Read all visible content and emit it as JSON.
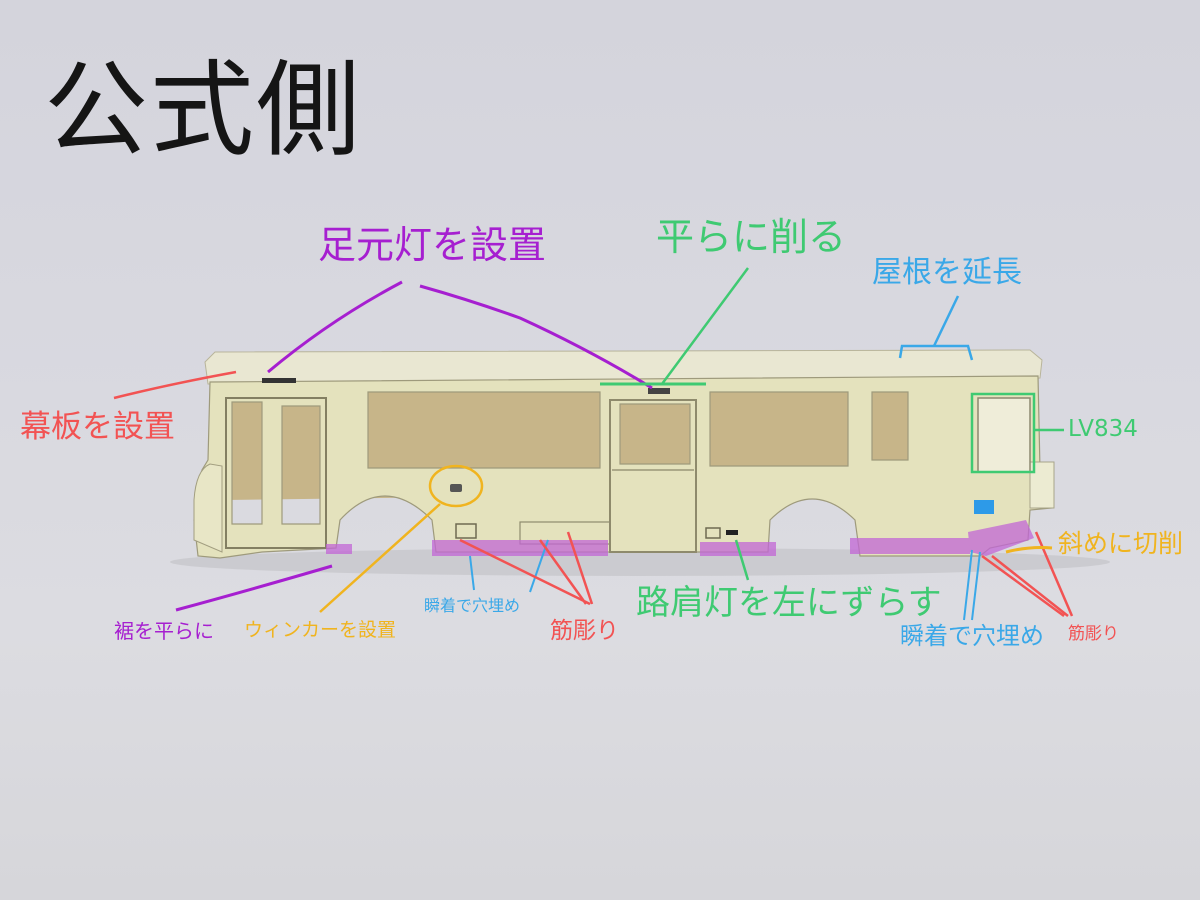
{
  "title": "公式側",
  "annotations": {
    "ashimoto_light": "足元灯を設置",
    "flatten_shave": "平らに削る",
    "extend_roof": "屋根を延長",
    "install_header_board": "幕板を設置",
    "lv_model": "LV834",
    "flatten_skirt": "裾を平らに",
    "install_winker": "ウィンカーを設置",
    "fill_holes_left": "瞬着で穴埋め",
    "panel_lines_left": "筋彫り",
    "shift_shoulder_light": "路肩灯を左にずらす",
    "fill_holes_right": "瞬着で穴埋め",
    "panel_lines_right": "筋彫り",
    "diagonal_cut": "斜めに切削"
  },
  "colors": {
    "purple": "#a61fd0",
    "green": "#3fca72",
    "blue": "#3aa8e8",
    "red": "#f25353",
    "yellow": "#f0b41f",
    "body_cream": "#e6e4c0",
    "interior_tan": "#c9b98a"
  }
}
